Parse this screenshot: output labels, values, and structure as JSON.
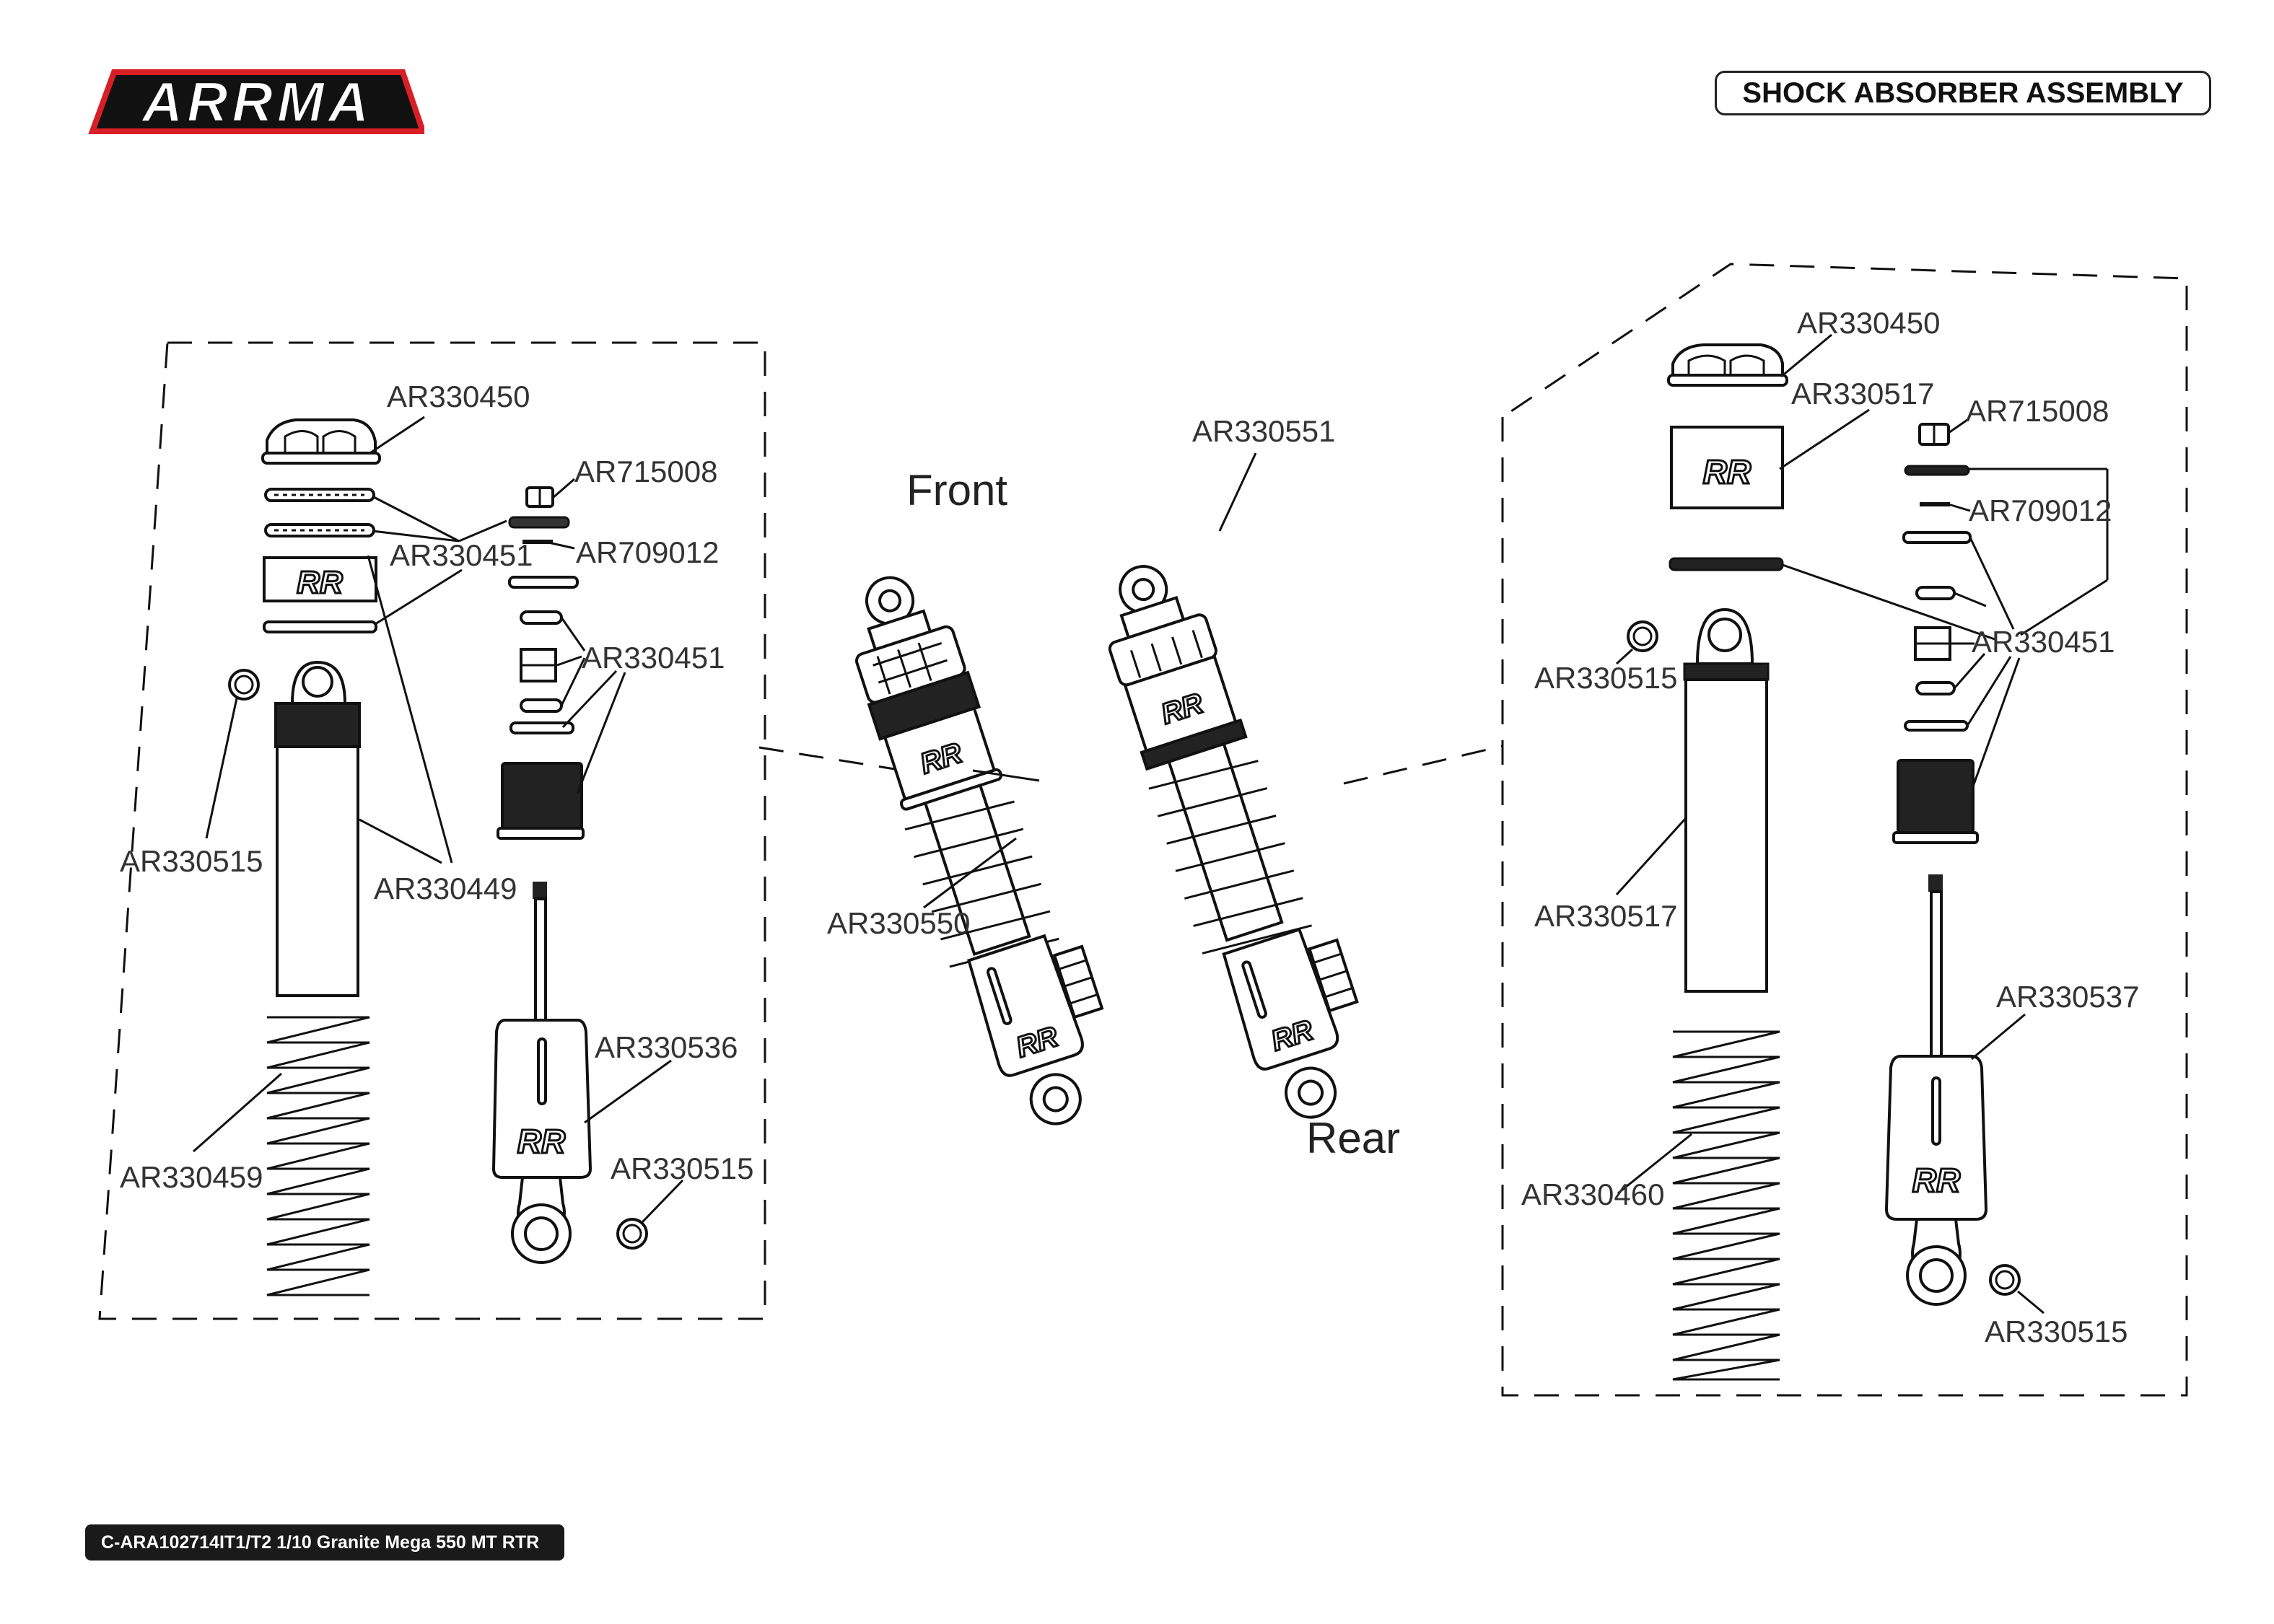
{
  "brand": {
    "logo_text": "ARRMA",
    "logo_color": "#d81f26"
  },
  "header": {
    "title": "SHOCK ABSORBER ASSEMBLY"
  },
  "footer": {
    "model": "C-ARA102714IT1/T2 1/10 Granite Mega 550 MT RTR"
  },
  "views": {
    "front": "Front",
    "rear": "Rear"
  },
  "front_kit": {
    "cap": "AR330450",
    "oring": "AR330451",
    "bleed_screw": "AR715008",
    "washer": "AR709012",
    "seal_stack": "AR330451",
    "ball_left": "AR330515",
    "body": "AR330449",
    "rod_end": "AR330536",
    "ball_right": "AR330515",
    "spring": "AR330459"
  },
  "assembled": {
    "front_shock": "AR330550",
    "rear_shock": "AR330551"
  },
  "rear_kit": {
    "cap": "AR330450",
    "collar": "AR330517",
    "bleed_screw": "AR715008",
    "washer": "AR709012",
    "seal_stack": "AR330451",
    "ball_top": "AR330515",
    "body": "AR330517",
    "rod_end": "AR330537",
    "spring": "AR330460",
    "ball_bottom": "AR330515"
  }
}
